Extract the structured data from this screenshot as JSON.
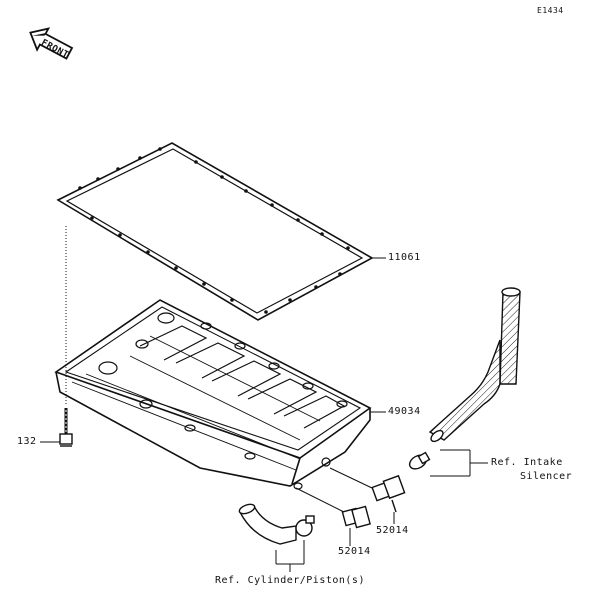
{
  "diagram": {
    "code": "E1434",
    "front_label": "FRONT",
    "parts": {
      "gasket": "11061",
      "oil_pan": "49034",
      "bolt": "132",
      "fitting_upper": "52014",
      "fitting_lower": "52014"
    },
    "references": {
      "intake_line1": "Ref. Intake",
      "intake_line2": "Silencer",
      "cylinder": "Ref. Cylinder/Piston(s)"
    }
  }
}
